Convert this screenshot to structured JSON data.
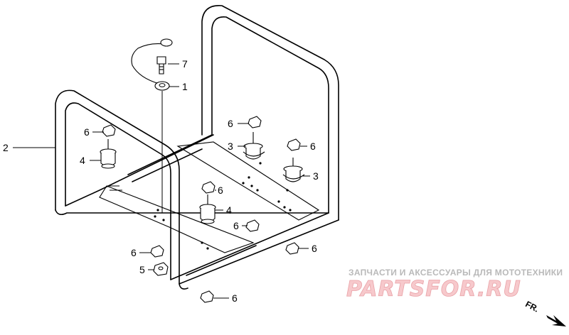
{
  "diagram": {
    "callouts": [
      {
        "id": "c1",
        "text": "1"
      },
      {
        "id": "c2",
        "text": "2"
      },
      {
        "id": "c3a",
        "text": "3"
      },
      {
        "id": "c3b",
        "text": "3"
      },
      {
        "id": "c4a",
        "text": "4"
      },
      {
        "id": "c4b",
        "text": "4"
      },
      {
        "id": "c5",
        "text": "5"
      },
      {
        "id": "c6a",
        "text": "6"
      },
      {
        "id": "c6b",
        "text": "6"
      },
      {
        "id": "c6c",
        "text": "6"
      },
      {
        "id": "c6d",
        "text": "6"
      },
      {
        "id": "c6e",
        "text": "6"
      },
      {
        "id": "c6f",
        "text": "6"
      },
      {
        "id": "c6g",
        "text": "6"
      },
      {
        "id": "c6h",
        "text": "6"
      },
      {
        "id": "c7",
        "text": "7"
      }
    ],
    "direction_label": "FR."
  },
  "watermark": {
    "tagline": "ЗАПЧАСТИ И АКСЕССУАРЫ ДЛЯ МОТОТЕХНИКИ",
    "brand": "PARTSFOR.RU",
    "color": "#e9a3a8"
  }
}
